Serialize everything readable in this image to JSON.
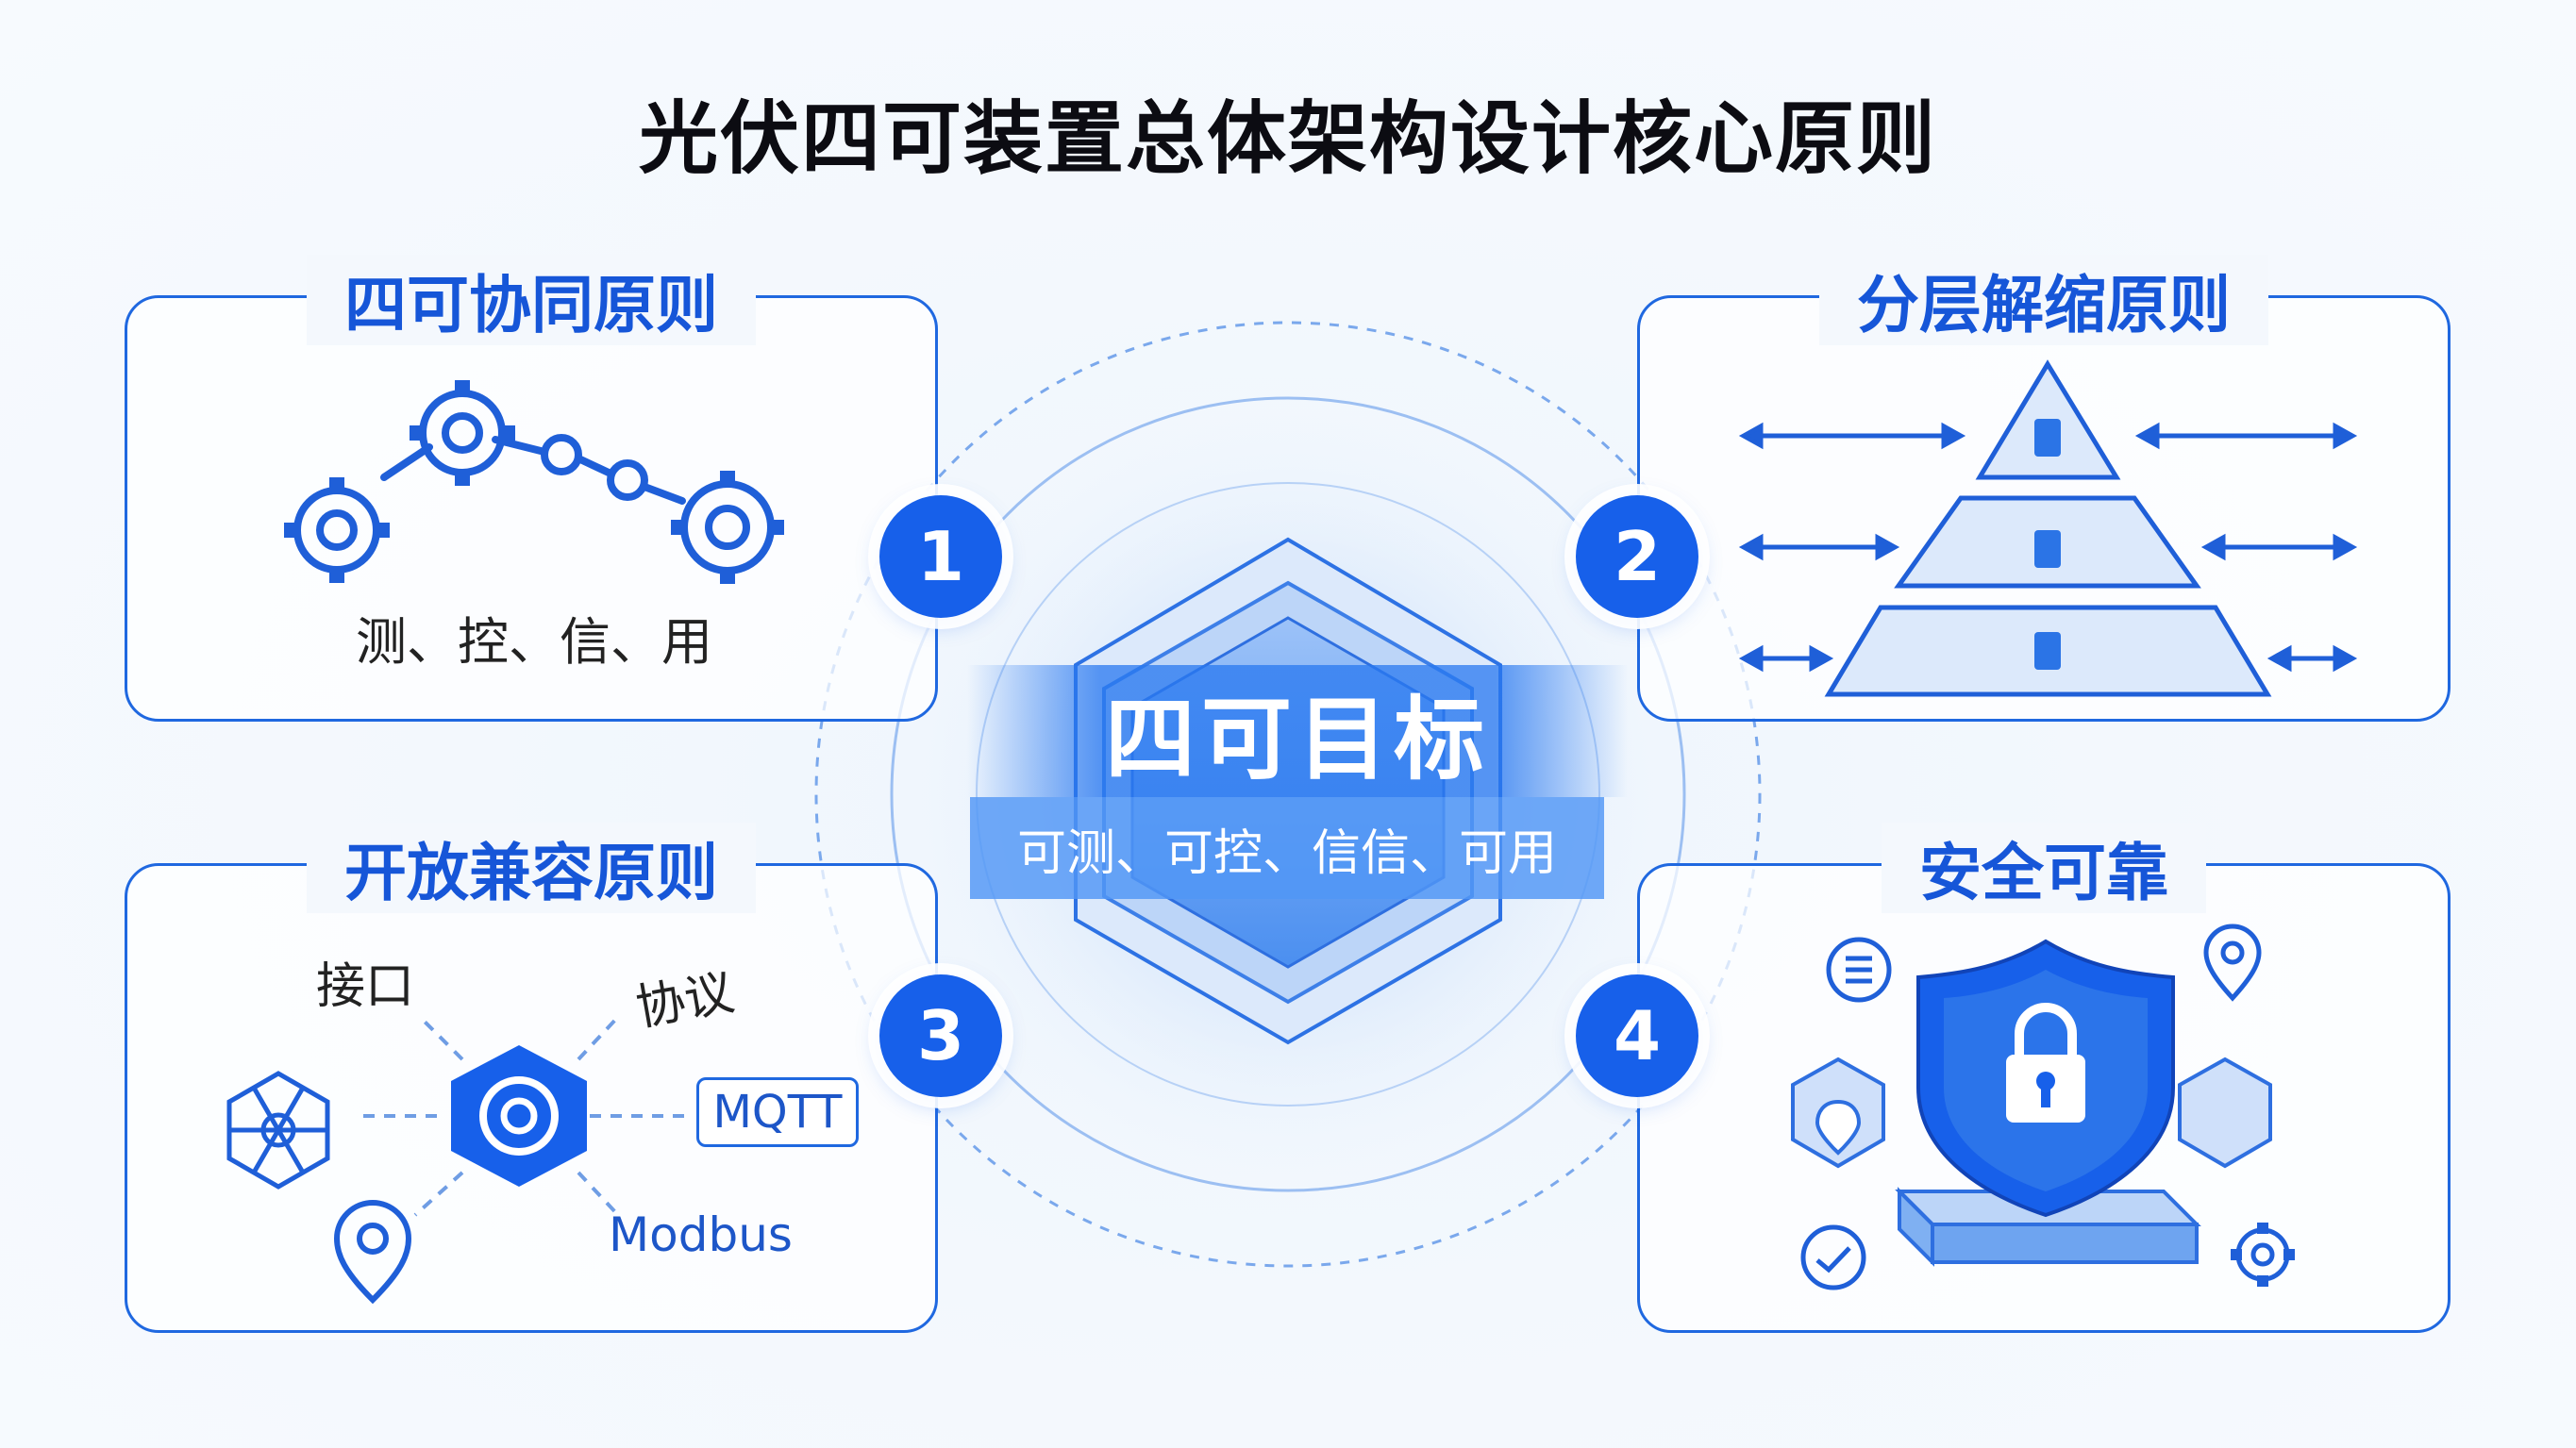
{
  "title": "光伏四可装置总体架构设计核心原则",
  "center": {
    "title": "四可目标",
    "subtitle": "可测、可控、信信、可用"
  },
  "panels": [
    {
      "number": "1",
      "title": "四可协同原则",
      "caption": "测、控、信、用"
    },
    {
      "number": "2",
      "title": "分层解缩原则"
    },
    {
      "number": "3",
      "title": "开放兼容原则",
      "labels": {
        "interface": "接口",
        "protocol": "协议",
        "mqtt": "MQTT",
        "modbus": "Modbus"
      }
    },
    {
      "number": "4",
      "title": "安全可靠"
    }
  ],
  "colors": {
    "primary": "#1760ea",
    "line": "#1f68e0",
    "title": "#1656d8",
    "text": "#111111"
  },
  "icons": [
    "gear-icon",
    "pyramid-icon",
    "hexagon-gear-icon",
    "network-hex-icon",
    "location-pin-icon",
    "shield-lock-icon",
    "list-icon",
    "chart-circle-icon",
    "id-tag-icon"
  ]
}
